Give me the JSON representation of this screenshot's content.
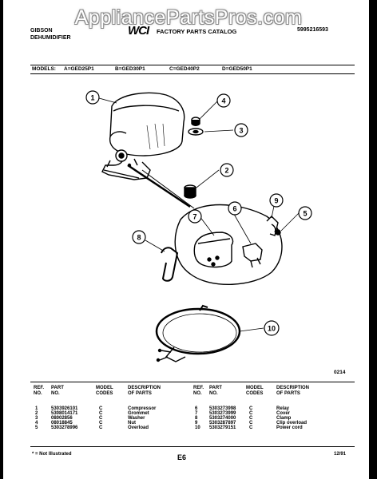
{
  "watermark": "AppliancePartsPros.com",
  "header": {
    "brand_line1": "GIBSON",
    "brand_line2": "DEHUMIDIFIER",
    "logo": "WCI",
    "catalog_title": "FACTORY PARTS CATALOG",
    "catalog_number": "5995216593"
  },
  "models": {
    "label": "MODELS:",
    "a": "A=GED25P1",
    "b": "B=GED30P1",
    "c": "C=GED40P2",
    "d": "D=GED50P1"
  },
  "figure_number": "0214",
  "callouts": [
    "1",
    "2",
    "3",
    "4",
    "5",
    "6",
    "7",
    "8",
    "9",
    "10"
  ],
  "table": {
    "headers": {
      "ref_no": [
        "REF.",
        "NO."
      ],
      "part_no": [
        "PART",
        "NO."
      ],
      "model_codes": [
        "MODEL",
        "CODES"
      ],
      "description": [
        "DESCRIPTION",
        "OF PARTS"
      ]
    },
    "left": [
      {
        "ref": "1",
        "part": "5303926101",
        "code": "C",
        "desc": "Compressor"
      },
      {
        "ref": "2",
        "part": "5308014171",
        "code": "C",
        "desc": "Grommet"
      },
      {
        "ref": "3",
        "part": "08002856",
        "code": "C",
        "desc": "Washer"
      },
      {
        "ref": "4",
        "part": "08018845",
        "code": "C",
        "desc": "Nut"
      },
      {
        "ref": "5",
        "part": "5303278996",
        "code": "C",
        "desc": "Overload"
      }
    ],
    "right": [
      {
        "ref": "6",
        "part": "5303273998",
        "code": "C",
        "desc": "Relay"
      },
      {
        "ref": "7",
        "part": "5303273999",
        "code": "C",
        "desc": "Cover"
      },
      {
        "ref": "8",
        "part": "5303274000",
        "code": "C",
        "desc": "Clamp"
      },
      {
        "ref": "9",
        "part": "5303287897",
        "code": "C",
        "desc": "Clip overload"
      },
      {
        "ref": "10",
        "part": "5303279151",
        "code": "C",
        "desc": "Power cord"
      }
    ]
  },
  "footer": {
    "note": "* = Not Illustrated",
    "page": "E6",
    "date": "12/91"
  }
}
